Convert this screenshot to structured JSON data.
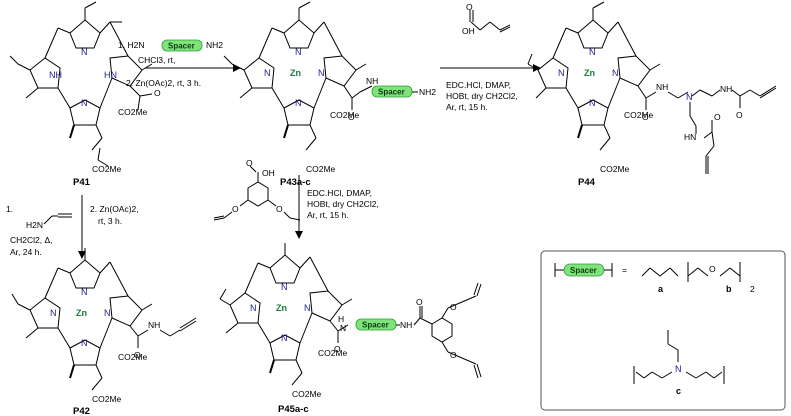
{
  "compounds": {
    "p41": "P41",
    "p43": "P43a-c",
    "p44": "P44",
    "p42": "P42",
    "p45": "P45a-c"
  },
  "atoms": {
    "nh": "NH",
    "n": "N",
    "hn": "HN",
    "zn": "Zn",
    "o": "O",
    "co2me": "CO2Me",
    "nh2": "NH2",
    "h2n": "H2N",
    "oh": "OH",
    "h": "H",
    "nh_amide": "NH"
  },
  "spacer_label": "Spacer",
  "reactions": {
    "r1": {
      "line1": "1. H2N",
      "line1_end": "NH2",
      "line2": "CHCl3, rt,",
      "line3": "2. Zn(OAc)2, rt, 3 h."
    },
    "r2": {
      "line1": "EDC.HCl, DMAP,",
      "line2": "HOBt, dry CH2Cl2,",
      "line3": "Ar, rt, 15 h."
    },
    "r3": {
      "line1": "1.",
      "line2": "CH2Cl2, Δ,",
      "line3": "Ar, 24 h.",
      "line4": "2. Zn(OAc)2,",
      "line5": "rt, 3 h."
    },
    "r4": {
      "line1": "EDC.HCl, DMAP,",
      "line2": "HOBt, dry CH2Cl2,",
      "line3": "Ar, rt, 15 h."
    }
  },
  "legend": {
    "equals": "=",
    "a": "a",
    "b": "b",
    "c": "c",
    "n": "2"
  },
  "colors": {
    "spacer_fill": "#7fe27a",
    "spacer_stroke": "#2f9e3a",
    "zn": "#15803d",
    "n": "#1a1a8c"
  }
}
